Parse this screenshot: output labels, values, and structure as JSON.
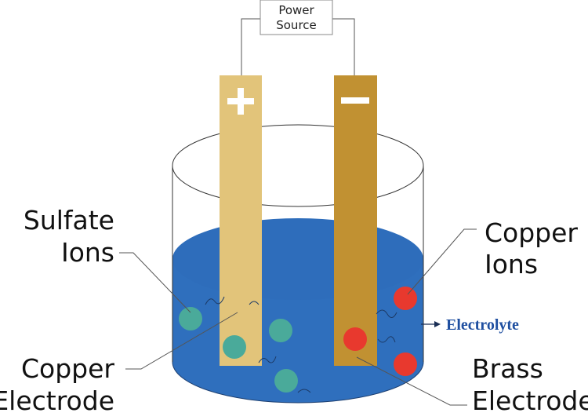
{
  "power_source": {
    "line1": "Power",
    "line2": "Source"
  },
  "anode": {
    "sign": "+"
  },
  "cathode": {
    "sign": "−"
  },
  "labels": {
    "sulfate_ions": {
      "line1": "Sulfate",
      "line2": "Ions"
    },
    "copper_electrode": {
      "line1": "Copper",
      "line2": "Electrode"
    },
    "copper_ions": {
      "line1": "Copper",
      "line2": "Ions"
    },
    "brass_electrode": {
      "line1": "Brass",
      "line2": "Electrode"
    },
    "electrolyte": "Electrolyte"
  },
  "colors": {
    "electrolyte": "#2f6fbd",
    "copper_electrode": "#e2c47a",
    "brass_electrode": "#c19132",
    "sulfate_ion": "#4aaa9a",
    "copper_ion": "#e8392e",
    "electrolyte_text": "#1f4fa0"
  }
}
